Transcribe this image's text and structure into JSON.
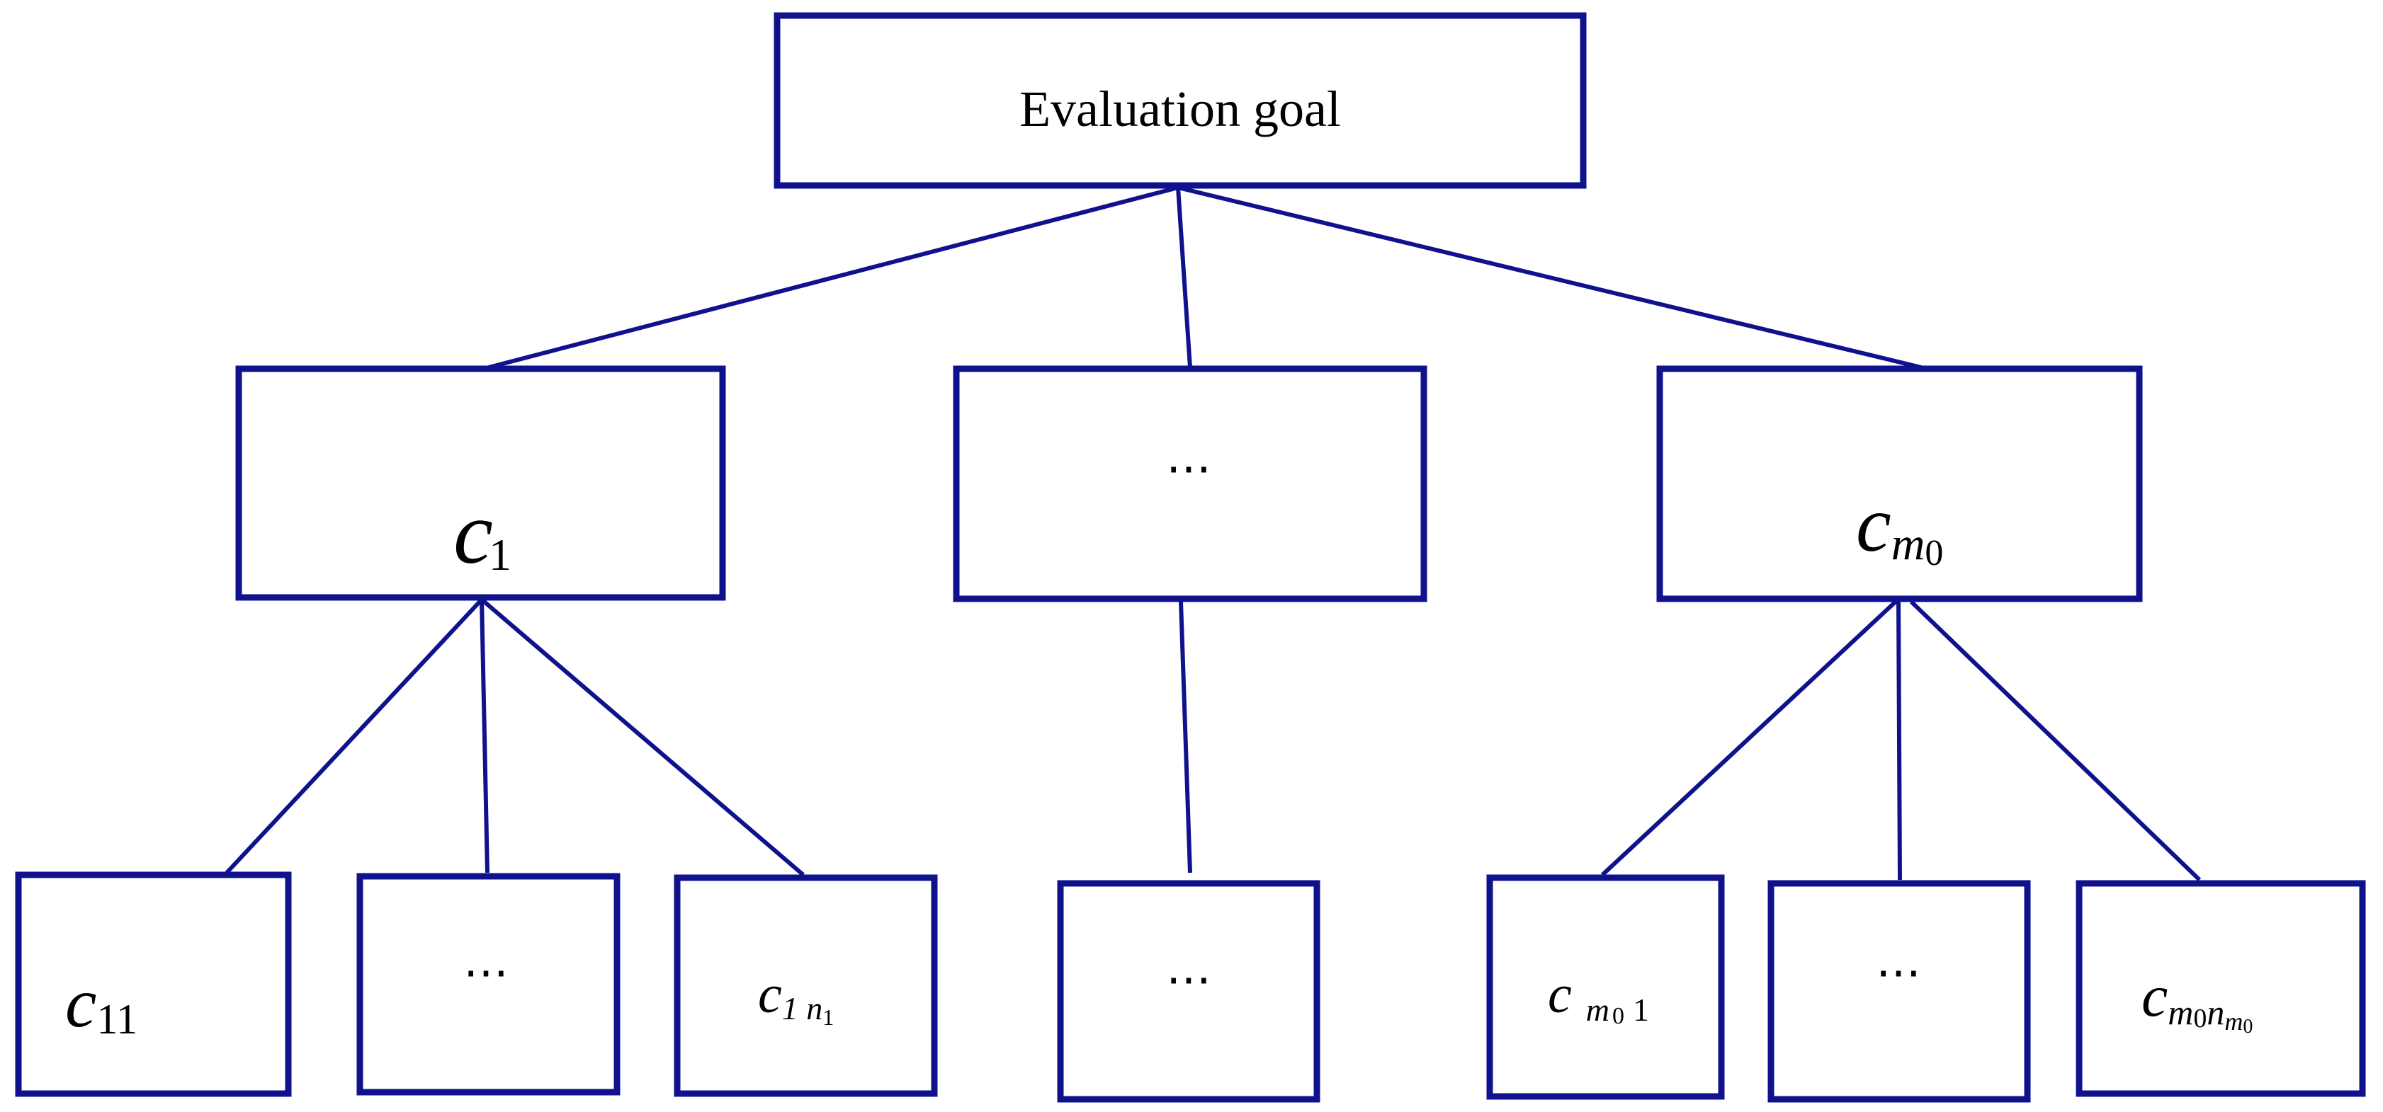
{
  "diagram": {
    "root": {
      "label": "Evaluation goal"
    },
    "criteria": [
      {
        "label": {
          "base": "c",
          "sub": "1",
          "subsub": ""
        },
        "children": [
          {
            "base": "c",
            "sub": "11",
            "subsub": "",
            "tail": ""
          },
          {
            "ellipsis": "⋯"
          },
          {
            "base": "c",
            "sub": "1 n",
            "subsub": "1",
            "tail": ""
          }
        ]
      },
      {
        "ellipsis": "⋯",
        "children": [
          {
            "ellipsis": "⋯"
          }
        ]
      },
      {
        "label": {
          "base": "c",
          "sub": "m",
          "subsub": "0"
        },
        "children": [
          {
            "base": "c",
            "sub": "m",
            "subsub": "0",
            "tail": "1"
          },
          {
            "ellipsis": "⋯"
          },
          {
            "base": "c",
            "sub": "m",
            "subsub": "0",
            "sub2": "n",
            "subsub2": "m",
            "subsubsub2": "0"
          }
        ]
      }
    ],
    "colors": {
      "stroke": "#0f128c",
      "text": "#000000",
      "background": "#ffffff"
    }
  }
}
